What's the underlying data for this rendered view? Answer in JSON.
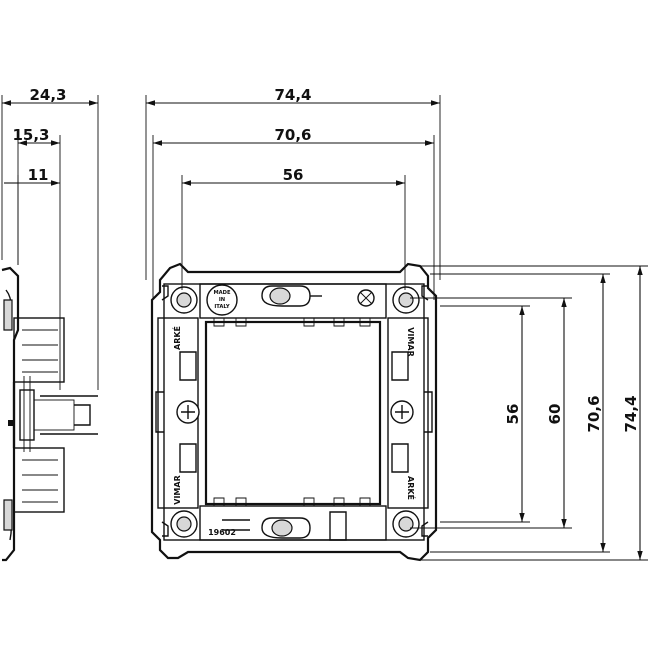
{
  "dimensions": {
    "side_total_depth": "24,3",
    "side_mid_depth": "15,3",
    "side_inner_depth": "11",
    "front_total_width": "74,4",
    "front_mid_width": "70,6",
    "front_inner_width": "56",
    "front_inner_height": "56",
    "front_hole_height": "60",
    "front_mid_height": "70,6",
    "front_total_height": "74,4"
  },
  "part_markings": {
    "made_in_italy": [
      "MADE",
      "IN",
      "ITALY"
    ],
    "brand_left_top": "ARKÉ",
    "brand_right_top": "VIMAR",
    "brand_left_bottom": "VIMAR",
    "brand_right_bottom": "ARKÉ",
    "part_number": "19602"
  }
}
